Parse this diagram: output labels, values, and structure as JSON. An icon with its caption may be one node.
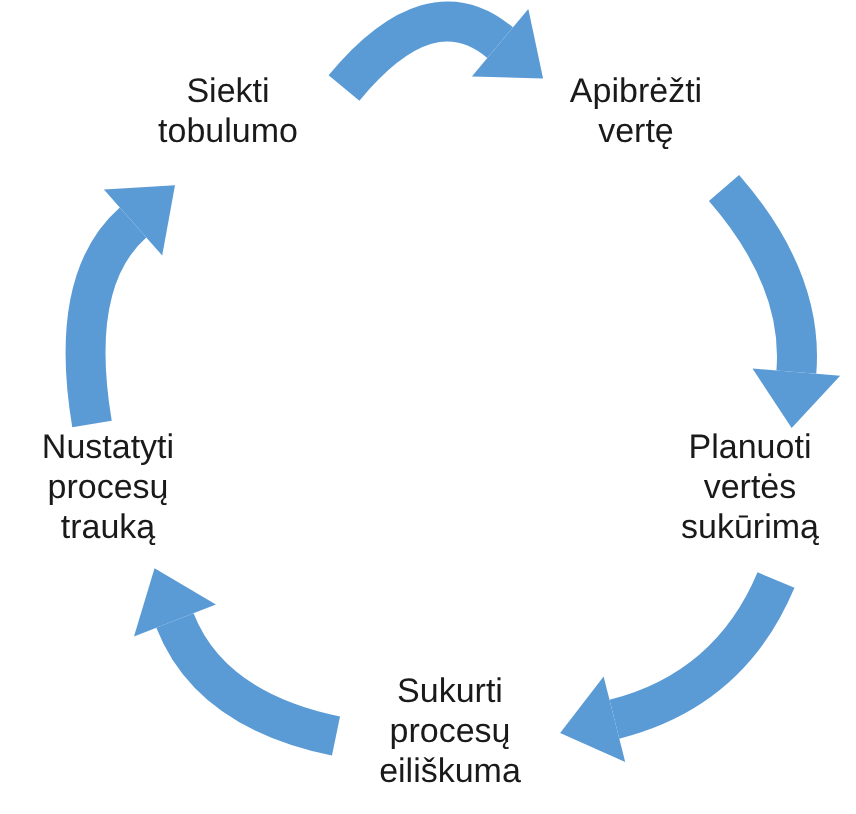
{
  "diagram": {
    "nodes": [
      {
        "text": [
          "Siekti tobulumo"
        ]
      },
      {
        "text": [
          "Apibrėžti vertę"
        ]
      },
      {
        "text": [
          "Planuoti vertės sukūrimą"
        ]
      },
      {
        "text": [
          "Sukurti procesų eiliškuma"
        ]
      },
      {
        "text": [
          "Nustatyti procesų trauką"
        ]
      }
    ],
    "edges": [
      {
        "from": 0,
        "to": 1,
        "arrow": "to"
      },
      {
        "from": 1,
        "to": 2,
        "arrow": "to"
      },
      {
        "from": 2,
        "to": 3,
        "arrow": "to"
      },
      {
        "from": 3,
        "to": 4,
        "arrow": "to"
      },
      {
        "from": 4,
        "to": 0,
        "arrow": "to"
      }
    ]
  }
}
